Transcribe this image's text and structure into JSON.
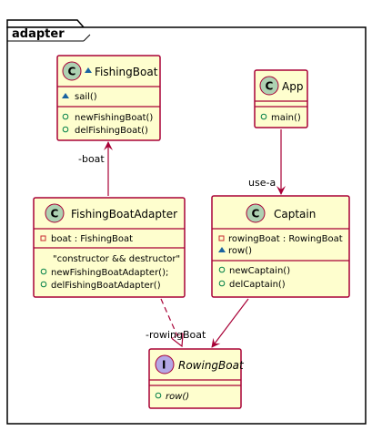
{
  "package": {
    "name": "adapter"
  },
  "colors": {
    "box_fill": "#FEFECE",
    "box_border": "#A80036",
    "class_circle": "#ADD1B2",
    "interface_circle": "#B4A7E5",
    "protected_marker": "#1963A0",
    "public_marker": "#84BE84",
    "private_marker": "#C82930"
  },
  "classes": {
    "fishing_boat": {
      "kind_glyph": "C",
      "name": "FishingBoat",
      "visibility": "package-private",
      "fields": [
        "sail()"
      ],
      "methods": [
        "newFishingBoat()",
        "delFishingBoat()"
      ]
    },
    "app": {
      "kind_glyph": "C",
      "name": "App",
      "methods": [
        "main()"
      ]
    },
    "fishing_boat_adapter": {
      "kind_glyph": "C",
      "name": "FishingBoatAdapter",
      "fields": [
        "boat : FishingBoat"
      ],
      "section_comment": "\"constructor && destructor\"",
      "methods": [
        "newFishingBoatAdapter();",
        "delFishingBoatAdapter()"
      ]
    },
    "captain": {
      "kind_glyph": "C",
      "name": "Captain",
      "fields": [
        "rowingBoat : RowingBoat",
        "row()"
      ],
      "methods": [
        "newCaptain()",
        "delCaptain()"
      ]
    },
    "rowing_boat": {
      "kind_glyph": "I",
      "name": "RowingBoat",
      "methods": [
        "row()"
      ]
    }
  },
  "relations": {
    "adapter_to_boat": "-boat",
    "app_uses_captain": "use-a",
    "to_rowing_boat": "-rowingBoat"
  }
}
